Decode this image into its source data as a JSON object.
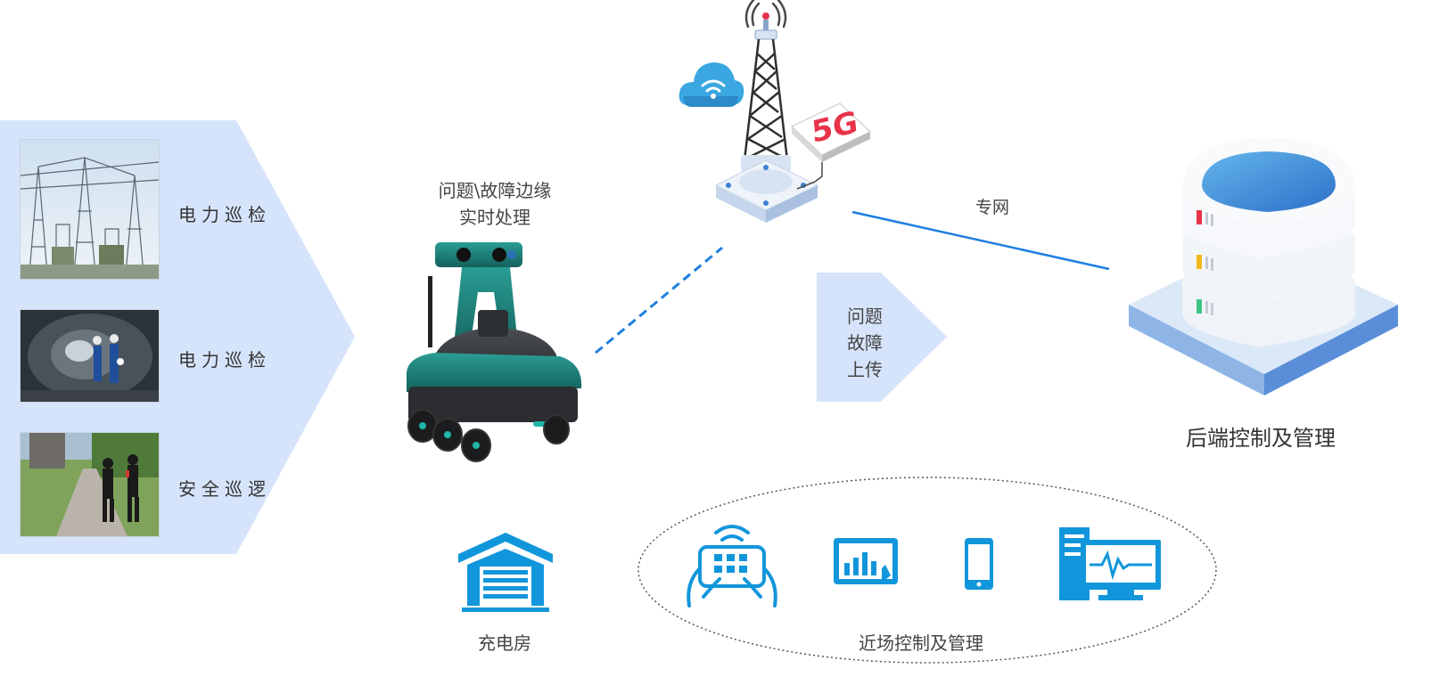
{
  "scenes": [
    {
      "label": "电力巡检"
    },
    {
      "label": "电力巡检"
    },
    {
      "label": "安全巡逻"
    }
  ],
  "robot": {
    "caption_line1": "问题\\故障边缘",
    "caption_line2": "实时处理"
  },
  "tower": {
    "badge": "5G"
  },
  "network": {
    "label": "专网"
  },
  "upload": {
    "line1": "问题",
    "line2": "故障",
    "line3": "上传"
  },
  "backend": {
    "label": "后端控制及管理"
  },
  "charging": {
    "label": "充电房"
  },
  "nearfield": {
    "label": "近场控制及管理"
  },
  "colors": {
    "accent": "#1296db",
    "chevron": "#d6e4fb",
    "robot_teal": "#1f8a84",
    "server_blue": "#3e7fd6",
    "badge_red": "#e8334a"
  },
  "icons": [
    "cloud-wifi-icon",
    "signal-tower-icon",
    "5g-badge-icon",
    "server-stack-icon",
    "garage-icon",
    "remote-controller-icon",
    "tablet-chart-icon",
    "phone-icon",
    "desktop-monitor-icon"
  ]
}
